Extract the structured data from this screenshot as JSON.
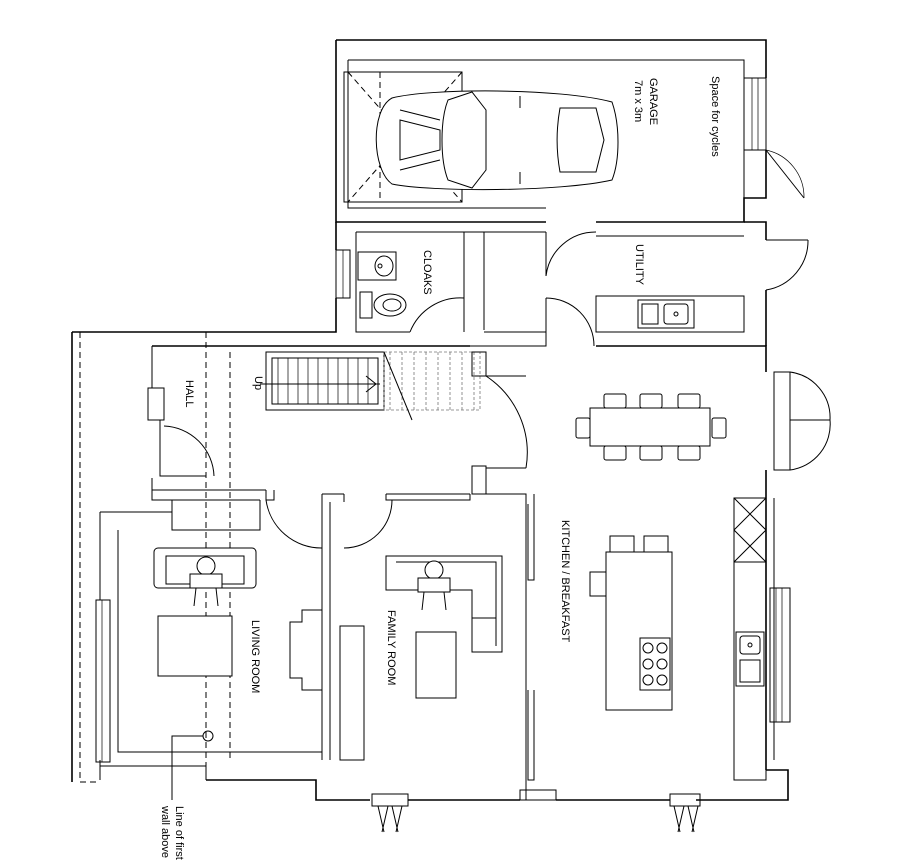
{
  "rooms": {
    "garage": "GARAGE",
    "garage_size": "7m x 3m",
    "cycles": "Space for cycles",
    "utility": "UTILITY",
    "cloaks": "CLOAKS",
    "hall": "HALL",
    "up": "Up",
    "kitchen": "KITCHEN / BREAKFAST",
    "family": "FAMILY ROOM",
    "living": "LIVING ROOM"
  },
  "annotations": {
    "line_of_first": "Line of first",
    "wall_above": "wall above"
  }
}
